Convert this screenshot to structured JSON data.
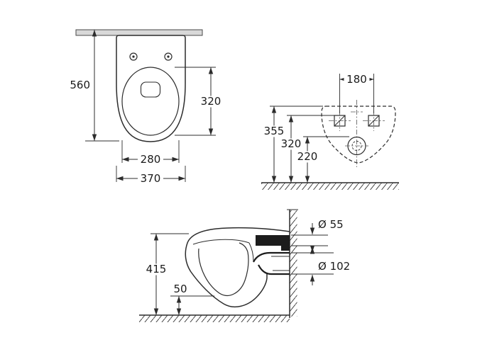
{
  "drawing_type": "wall-hung-wc-technical-drawing",
  "colors": {
    "background": "#ffffff",
    "line": "#2c2c2c",
    "wall_fill": "#d8d8d8",
    "hatch": "#3f3f3f",
    "text": "#1a1a1a"
  },
  "views": {
    "plan": {
      "name": "plan-view",
      "dims": {
        "depth": "560",
        "bowl_length": "320",
        "bowl_width": "280",
        "width": "370"
      }
    },
    "installation": {
      "name": "installation-view",
      "dims": {
        "fixing_centers": "180",
        "outline_depth": "355",
        "fixing_depth": "320",
        "drain_depth": "220"
      }
    },
    "side": {
      "name": "side-view",
      "dims": {
        "height": "415",
        "underside_clearance": "50",
        "inlet_diameter": "Ø 55",
        "outlet_diameter": "Ø 102"
      }
    }
  }
}
